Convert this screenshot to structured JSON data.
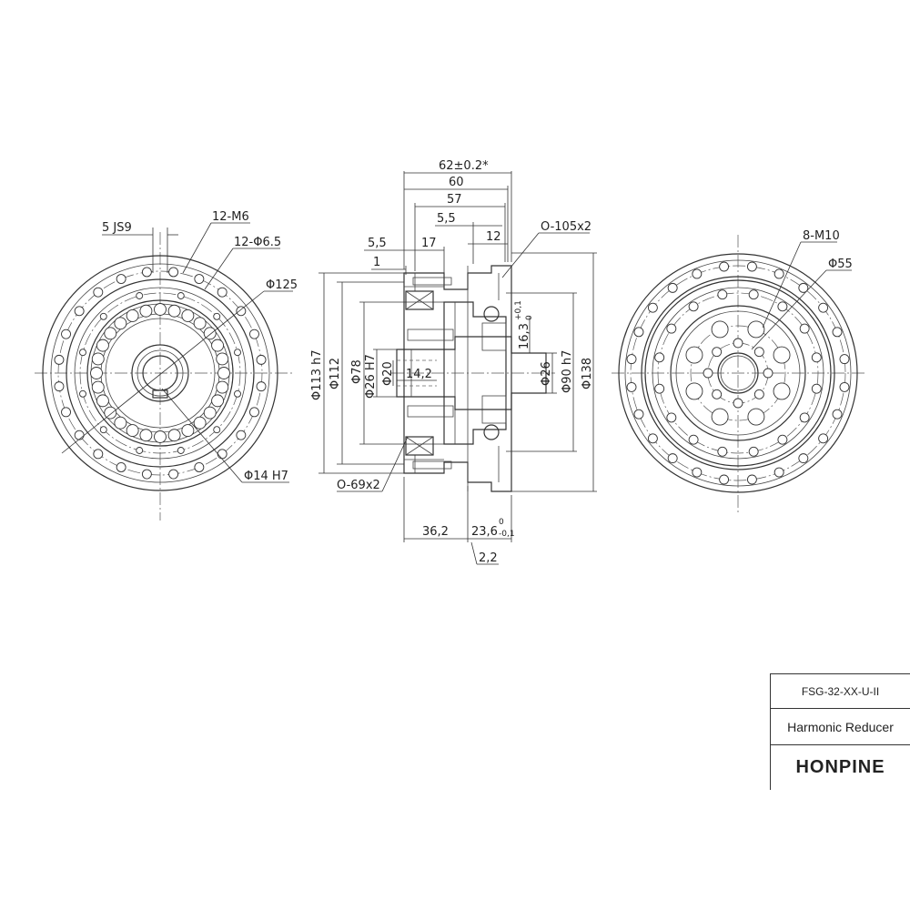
{
  "left_view": {
    "labels": {
      "keyway": "5 JS9",
      "tapped_holes": "12-M6",
      "through_holes": "12-Φ6.5",
      "pitch_dia": "Φ125",
      "bore": "Φ14 H7"
    }
  },
  "section_view": {
    "labels": {
      "overall_width": "62±0.2*",
      "width_60": "60",
      "width_57": "57",
      "width_5_5_top": "5,5",
      "width_12": "12",
      "oring_105": "O-105x2",
      "width_5_5": "5,5",
      "width_17": "17",
      "width_1": "1",
      "dia_113": "Φ113 h7",
      "dia_112": "Φ112",
      "dia_78": "Φ78",
      "dia_26_h7": "Φ26 H7",
      "dia_20": "Φ20",
      "len_14_2": "14,2",
      "len_16_3": "16,3",
      "tol_16_3_upper": "+0,1",
      "tol_16_3_lower": "0",
      "dia_26": "Φ26",
      "dia_90": "Φ90 h7",
      "dia_138": "Φ138",
      "oring_69": "O-69x2",
      "len_36_2": "36,2",
      "len_23_6": "23,6",
      "tol_23_6_upper": "0",
      "tol_23_6_lower": "-0,1",
      "len_2_2": "2,2"
    }
  },
  "right_view": {
    "labels": {
      "tapped_holes": "8-M10",
      "pitch_dia": "Φ55"
    }
  },
  "title_block": {
    "model": "FSG-32-XX-U-II",
    "product": "Harmonic Reducer",
    "brand": "HONPINE"
  }
}
